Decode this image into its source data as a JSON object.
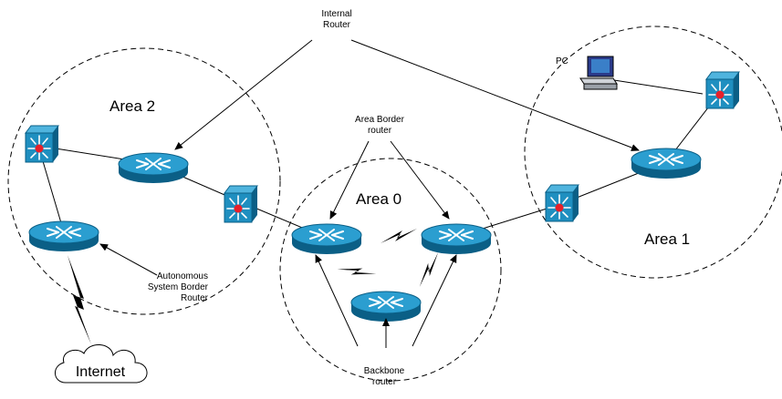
{
  "labels": {
    "internal_router": [
      "Internal",
      "Router"
    ],
    "area_border_router": [
      "Area Border",
      "router"
    ],
    "as_border_router": [
      "Autonomous",
      "System Border",
      "Router"
    ],
    "backbone_router": [
      "Backbone",
      "router"
    ],
    "area_2": "Area 2",
    "area_0": "Area 0",
    "area_1": "Area 1",
    "pc": "PC",
    "internet": "Internet"
  },
  "colors": {
    "device_blue": "#1f8fc0",
    "device_dark": "#0b5f86",
    "hub_red": "#e8202a",
    "line": "#000000"
  }
}
